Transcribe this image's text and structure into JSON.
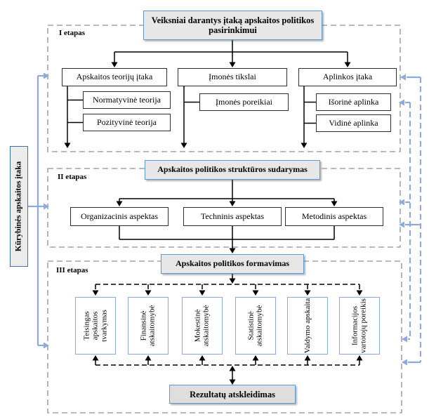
{
  "title_box": "Veiksniai darantys įtaką apskaitos politikos pasirinkimui",
  "left_sidebar": "Kūrybinės apskaitos įtaka",
  "stage1": {
    "label": "I etapas",
    "groups": [
      {
        "title": "Apskaitos teorijų įtaka",
        "children": [
          "Normatyvinė teorija",
          "Pozityvinė teorija"
        ]
      },
      {
        "title": "Įmonės tikslai",
        "children": [
          "Įmonės poreikiai"
        ]
      },
      {
        "title": "Aplinkos įtaka",
        "children": [
          "Išorinė aplinka",
          "Vidinė aplinka"
        ]
      }
    ]
  },
  "stage2": {
    "label": "II etapas",
    "header": "Apskaitos politikos struktūros sudarymas",
    "aspects": [
      "Organizacinis aspektas",
      "Techninis aspektas",
      "Metodinis aspektas"
    ]
  },
  "stage3": {
    "label": "III etapas",
    "header": "Apskaitos politikos formavimas",
    "outputs": [
      "Teisingas apskaitos tvarkymas",
      "Finansinė atskaitomybė",
      "Mokestinė atskaitomybė",
      "Statistinė atskaitomybė",
      "Valdymo apskaita",
      "Informacijos vartotojų poreikis"
    ]
  },
  "bottom_box": "Rezultatų atskleidimas",
  "colors": {
    "accent_blue": "#5b9bd5",
    "arrow_blue": "#8caadc",
    "stage_border_gray": "#a3a3a3",
    "header_fill": "#e7e7e7",
    "output_border": "#8ea9db",
    "sidebar_border": "#41719c"
  }
}
